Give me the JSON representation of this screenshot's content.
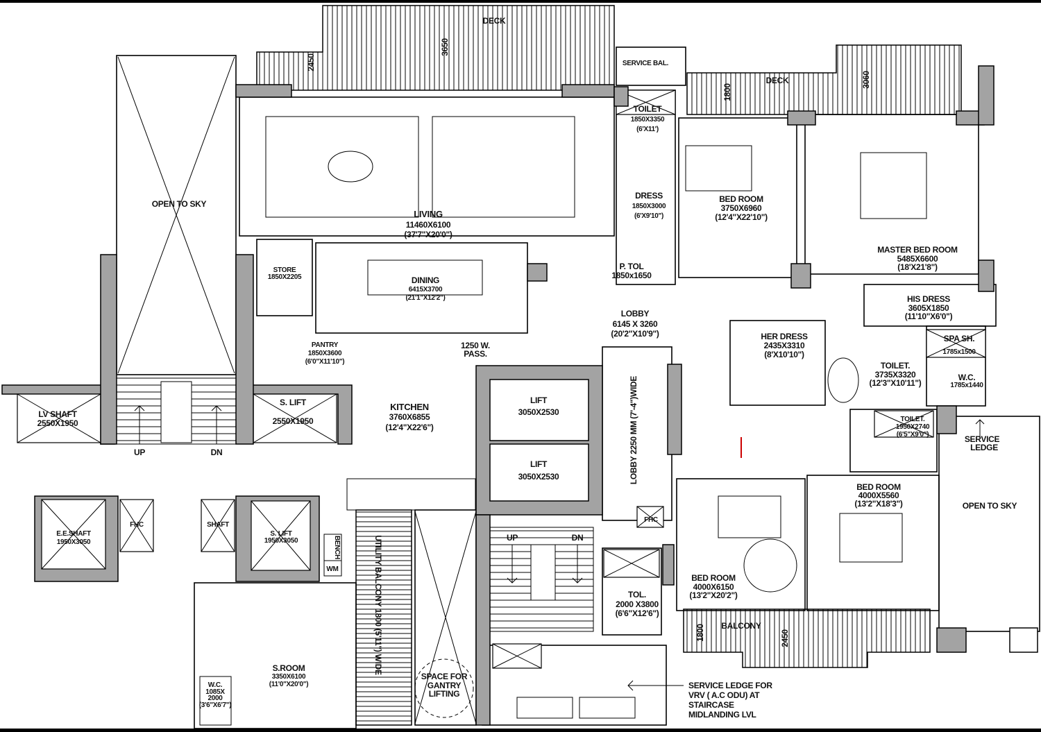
{
  "title": "Apartment floor plan",
  "colors": {
    "wall": "#a3a3a3",
    "line": "#000000",
    "accent_red": "#cc0000"
  },
  "labels": {
    "open_to_sky_left": "OPEN TO SKY",
    "living": [
      "LIVING",
      "11460X6100",
      "(37'7\"X20'0\")"
    ],
    "deck_top": "DECK",
    "deck_top_dim1": "3650",
    "deck_top_dim2": "2450",
    "service_bal": "SERVICE BAL.",
    "deck_right": "DECK",
    "deck_right_dim1": "1800",
    "deck_right_dim2": "3060",
    "toilet_1": [
      "TOILET",
      "1850X3350",
      "(6'X11')"
    ],
    "dress": [
      "DRESS",
      "1850X3000",
      "(6'X9'10\")"
    ],
    "bedroom_1": [
      "BED ROOM",
      "3750X6960",
      "(12'4\"X22'10\")"
    ],
    "p_tol": [
      "P. TOL",
      "1850x1650"
    ],
    "master_bedroom": [
      "MASTER BED ROOM",
      "5485X6600",
      "(18'X21'8\")"
    ],
    "store": [
      "STORE",
      "1850X2205"
    ],
    "dining": [
      "DINING",
      "6415X3700",
      "(21'1\"X12'2\")"
    ],
    "lobby": [
      "LOBBY",
      "6145 X 3260",
      "(20'2\"X10'9\")"
    ],
    "his_dress": [
      "HIS DRESS",
      "3605X1850",
      "(11'10\"X6'0\")"
    ],
    "her_dress": [
      "HER DRESS",
      "2435X3310",
      "(8'X10'10\")"
    ],
    "pantry": [
      "PANTRY",
      "1850X3600",
      "(6'0\"X11'10\")"
    ],
    "passage": [
      "1250 W.",
      "PASS."
    ],
    "spa_sh": [
      "SPA SH.",
      "1785x1500"
    ],
    "toilet_master": [
      "TOILET.",
      "3735X3320",
      "(12'3\"X10'11\")"
    ],
    "wc_master": [
      "W.C.",
      "1785x1440"
    ],
    "kitchen": [
      "KITCHEN",
      "3760X6855",
      "(12'4\"X22'6\")"
    ],
    "lift_1": [
      "LIFT",
      "3050X2530"
    ],
    "lift_2": [
      "LIFT",
      "3050X2530"
    ],
    "lobby_corridor": "LOBBY 2250 MM (7'-4\")WIDE",
    "toilet_2": [
      "TOILET.",
      "1950X2740",
      "(6'5\"X9'0\")"
    ],
    "service_ledge": [
      "SERVICE",
      "LEDGE"
    ],
    "lv_shaft": [
      "LV SHAFT",
      "2550X1950"
    ],
    "s_lift_1": [
      "S. LIFT",
      "2550X1950"
    ],
    "stair_left_up": "UP",
    "stair_left_dn": "DN",
    "bedroom_2": [
      "BED ROOM",
      "4000X5560",
      "(13'2\"X18'3\")"
    ],
    "open_to_sky_right": "OPEN TO SKY",
    "ee_shaft": [
      "E.E.SHAFT",
      "1950X3050"
    ],
    "fhc_left": "FHC",
    "shaft": "SHAFT",
    "s_lift_2": [
      "S. LIFT",
      "1950X3050"
    ],
    "fhc_right": "FHC",
    "stair_mid_up": "UP",
    "stair_mid_dn": "DN",
    "bench": "BENCH",
    "wm": "WM",
    "bedroom_3": [
      "BED ROOM",
      "4000X6150",
      "(13'2\"X20'2\")"
    ],
    "tol": [
      "TOL.",
      "2000 X3800",
      "(6'6\"X12'6\")"
    ],
    "utility_balcony": "UTILITY BALCONY 1800 (5'11\") WIDE",
    "balcony": "BALCONY",
    "balcony_dim1": "1800",
    "balcony_dim2": "2450",
    "s_room": [
      "S.ROOM",
      "3350X6100",
      "(11'0\"X20'0\")"
    ],
    "gantry": [
      "SPACE FOR",
      "GANTRY",
      "LIFTING"
    ],
    "wc_servant": [
      "W.C.",
      "1085X",
      "2000",
      "(3'6\"X6'7\")"
    ],
    "service_ledge_vrv": [
      "SERVICE LEDGE FOR",
      "VRV ( A.C ODU)  AT",
      "STAIRCASE",
      "MIDLANDING LVL"
    ]
  }
}
